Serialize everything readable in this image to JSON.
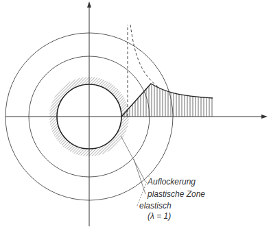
{
  "diagram": {
    "labels": [
      "Auflockerung",
      "plastische Zone",
      "elastisch",
      "(λ = 1)"
    ]
  }
}
